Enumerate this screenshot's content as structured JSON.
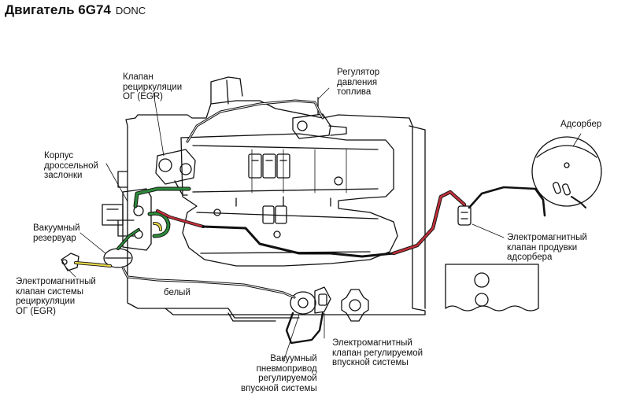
{
  "title": {
    "main": "Двигатель 6G74",
    "sub": "DONC"
  },
  "labels": {
    "egr_valve": [
      "Клапан",
      "рециркуляции",
      "ОГ (EGR)"
    ],
    "fuel_regulator": [
      "Регулятор",
      "давления",
      "топлива"
    ],
    "adsorber": [
      "Адсорбер"
    ],
    "throttle_body": [
      "Корпус",
      "дроссельной",
      "заслонки"
    ],
    "vacuum_reservoir": [
      "Вакуумный",
      "резервуар"
    ],
    "purge_solenoid": [
      "Электромагнитный",
      "клапан продувки",
      "адсорбера"
    ],
    "egr_solenoid": [
      "Электромагнитный",
      "клапан системы",
      "рециркуляции",
      "ОГ (EGR)"
    ],
    "white_hose": [
      "белый"
    ],
    "intake_solenoid": [
      "Электромагнитный",
      "клапан регулируемой",
      "впускной системы"
    ],
    "intake_actuator": [
      "Вакуумный",
      "пневмопривод",
      "регулируемой",
      "впускной системы"
    ]
  },
  "colors": {
    "line": "#111111",
    "red_hose": "#c0303a",
    "green_hose": "#2d8a3a",
    "yellow_hose": "#e8d84a",
    "background": "#ffffff"
  }
}
